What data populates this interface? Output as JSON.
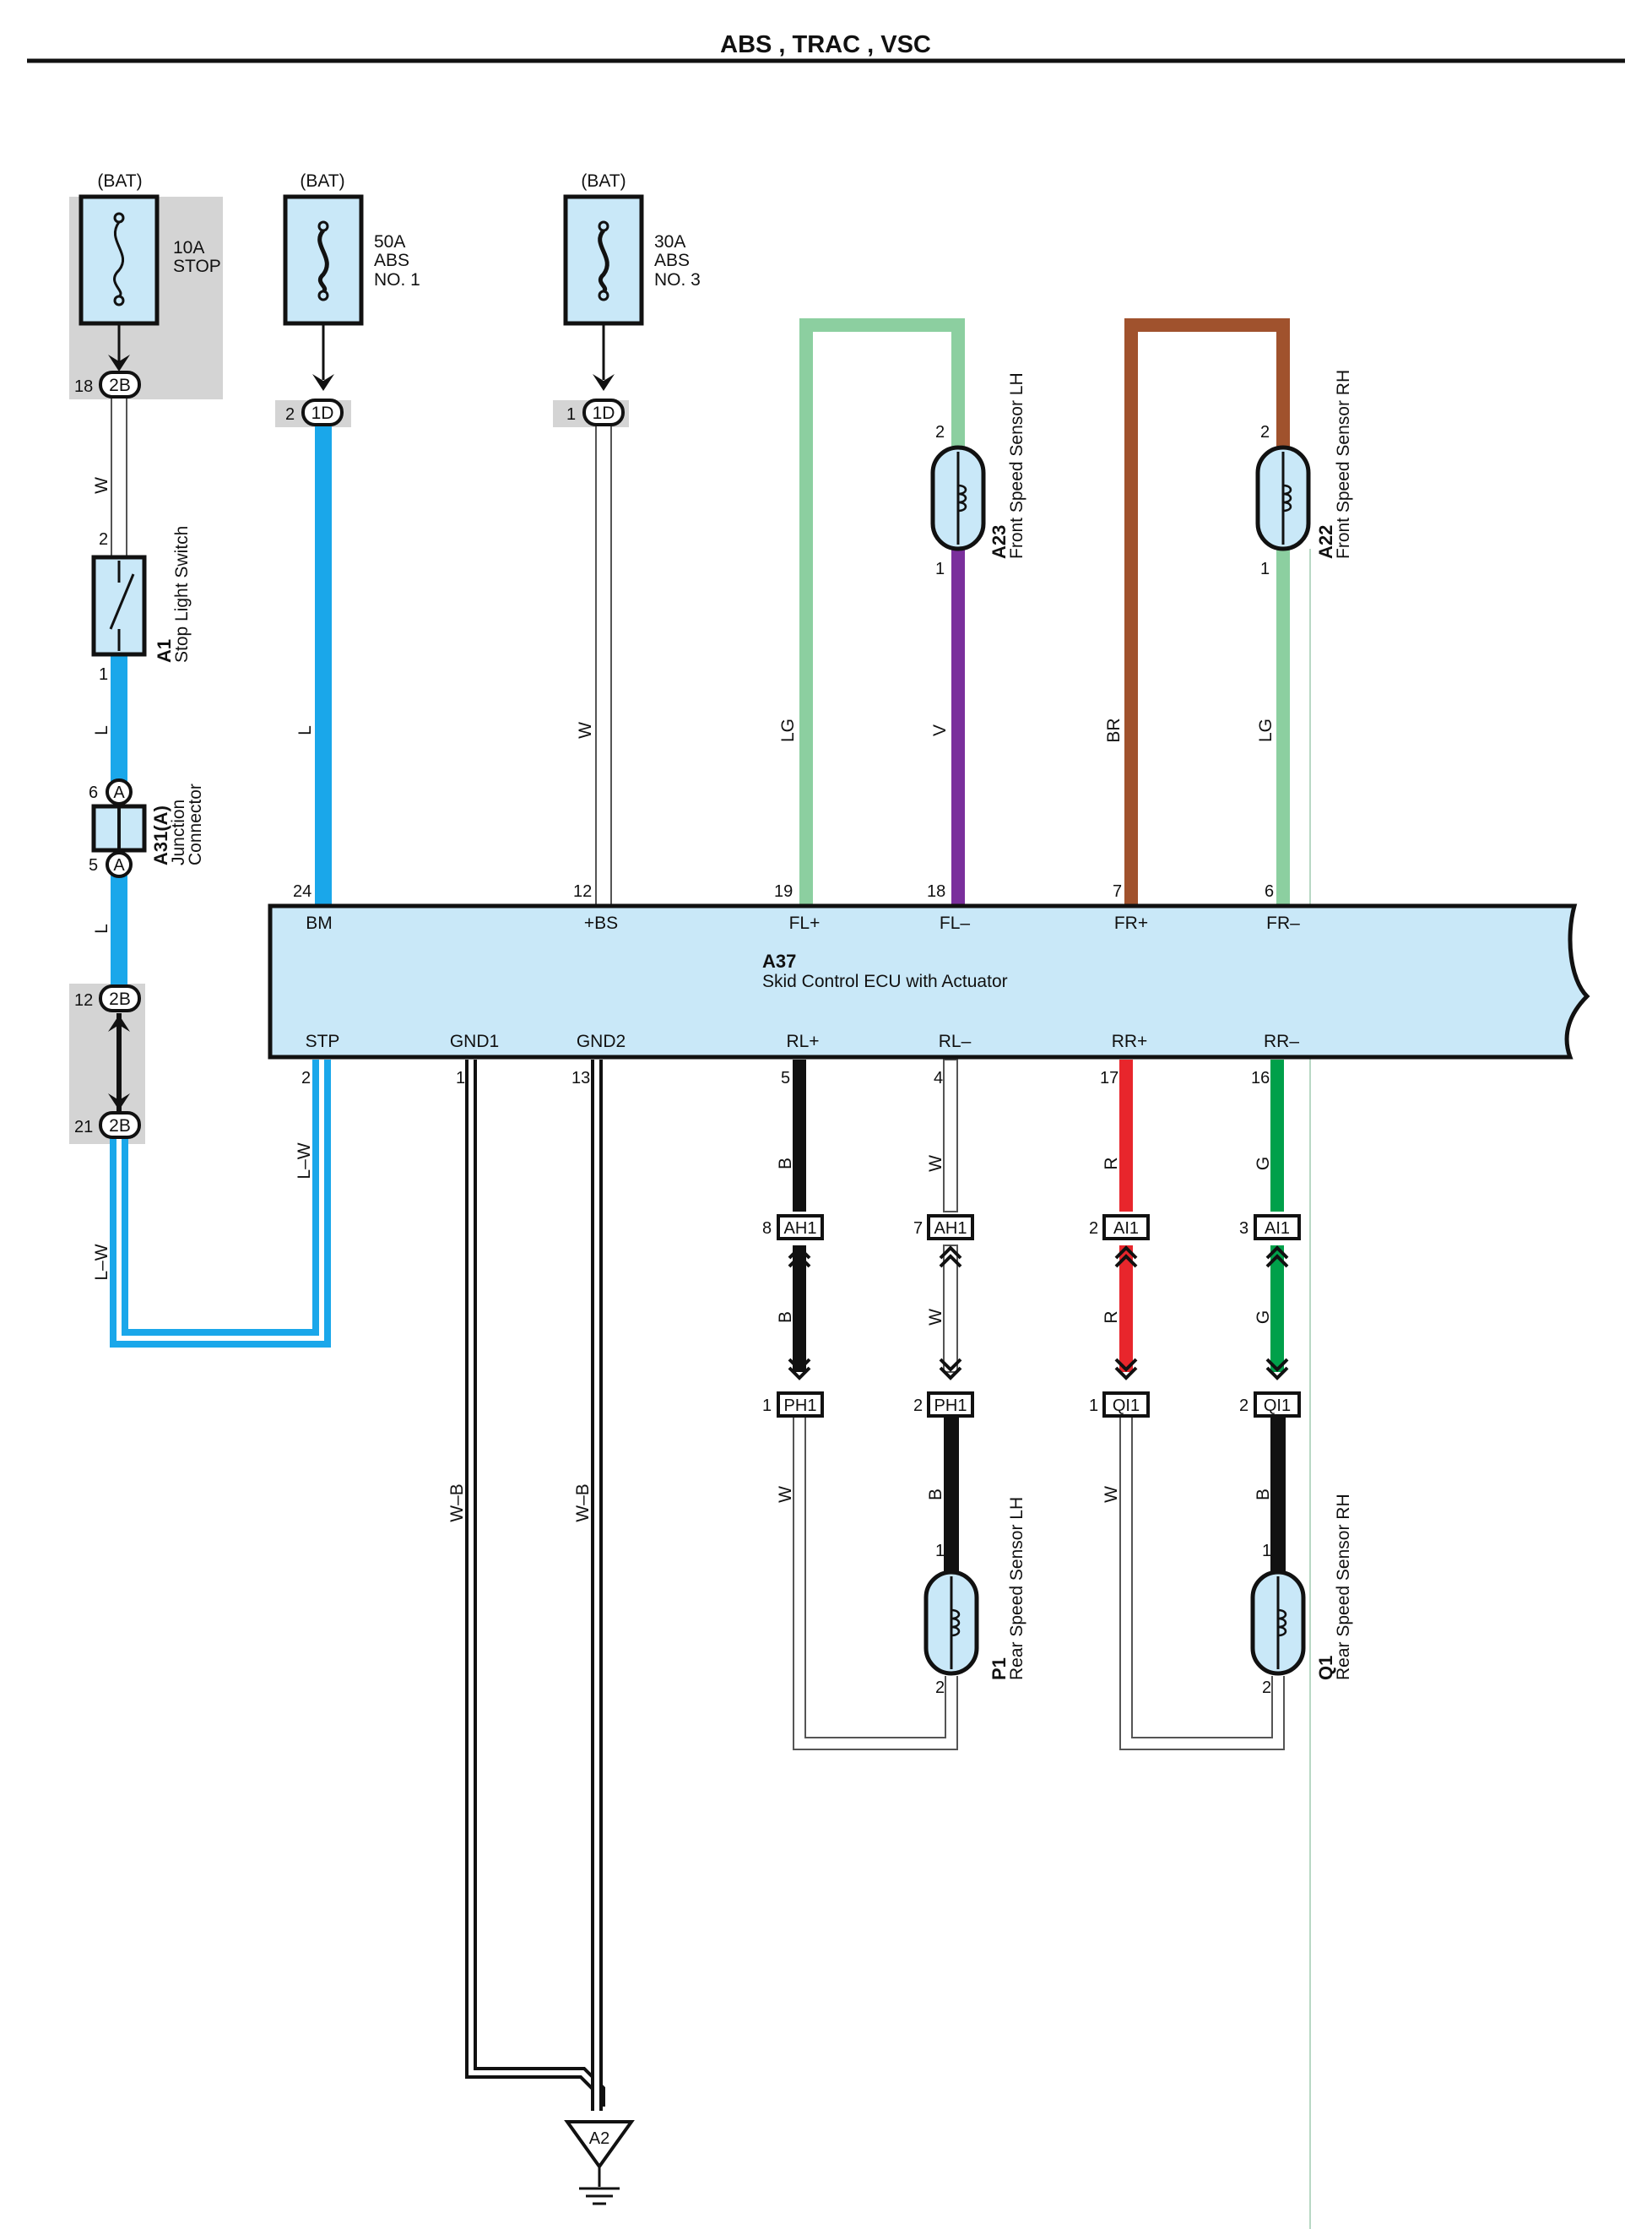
{
  "title": "ABS , TRAC , VSC",
  "power_label": "(BAT)",
  "fuses": [
    {
      "amp": "10A",
      "name1": "STOP",
      "name2": ""
    },
    {
      "amp": "50A",
      "name1": "ABS",
      "name2": "NO. 1"
    },
    {
      "amp": "30A",
      "name1": "ABS",
      "name2": "NO. 3"
    }
  ],
  "connectors": {
    "c2b": "2B",
    "c1d": "1D",
    "ca": "A",
    "ah1": "AH1",
    "ai1": "AI1",
    "ph1": "PH1",
    "qi1": "QI1",
    "gnd": "A2"
  },
  "stop_switch": {
    "code": "A1",
    "name": "Stop Light Switch"
  },
  "junction": {
    "code": "A31(A)",
    "name1": "Junction",
    "name2": "Connector"
  },
  "ecu": {
    "code": "A37",
    "name": "Skid Control ECU with Actuator",
    "top_terminals": [
      "BM",
      "+BS",
      "FL+",
      "FL–",
      "FR+",
      "FR–"
    ],
    "bottom_terminals": [
      "STP",
      "GND1",
      "GND2",
      "RL+",
      "RL–",
      "RR+",
      "RR–"
    ]
  },
  "sensors": {
    "a23": {
      "code": "A23",
      "name": "Front Speed Sensor LH"
    },
    "a22": {
      "code": "A22",
      "name": "Front Speed Sensor RH"
    },
    "p1": {
      "code": "P1",
      "name": "Rear Speed Sensor LH"
    },
    "q1": {
      "code": "Q1",
      "name": "Rear Speed Sensor RH"
    }
  },
  "wire_codes": {
    "w": "W",
    "l": "L",
    "lw": "L–W",
    "lg": "LG",
    "v": "V",
    "br": "BR",
    "b": "B",
    "r": "R",
    "g": "G",
    "wb": "W–B"
  },
  "pins": {
    "p18": "18",
    "p2": "2",
    "p1": "1",
    "p6": "6",
    "p5": "5",
    "p12": "12",
    "p21": "21",
    "p24": "24",
    "p19": "19",
    "p7": "7",
    "p13": "13",
    "p4": "4",
    "p17": "17",
    "p16": "16",
    "p8": "8",
    "p3": "3"
  },
  "colors": {
    "blue": "#1aa7ea",
    "light_green": "#8ccfa0",
    "violet": "#7a2f9c",
    "brown": "#a0522d",
    "black": "#111111",
    "red": "#e8262c",
    "green": "#00a04a",
    "component_fill": "#c9e8f8",
    "shade": "#d4d4d4"
  }
}
